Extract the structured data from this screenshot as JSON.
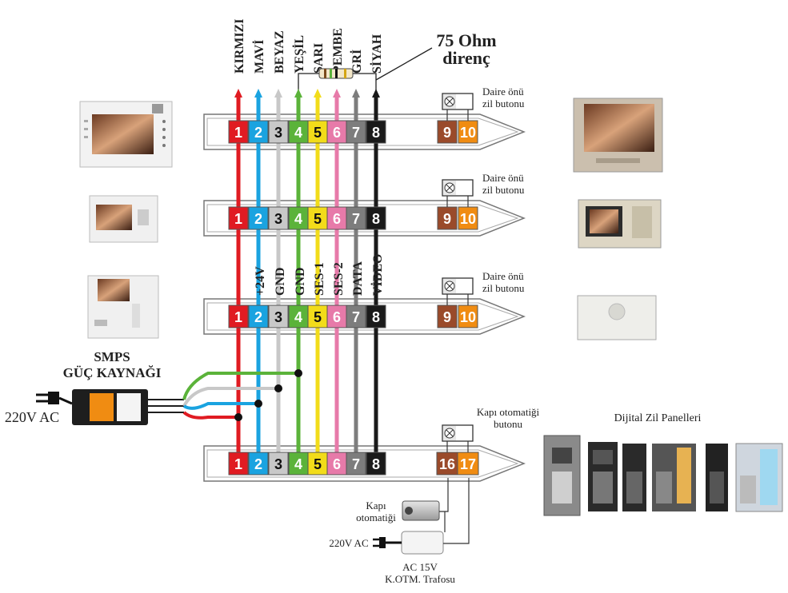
{
  "wire_colors": [
    "KIRMIZI",
    "MAVİ",
    "BEYAZ",
    "YEŞİL",
    "SARI",
    "PEMBE",
    "GRİ",
    "SİYAH"
  ],
  "wire_hex": [
    "#e01b22",
    "#1aa3e0",
    "#c8c8c8",
    "#5bb33a",
    "#f2dc1a",
    "#e77aa9",
    "#7d7d7d",
    "#1a1a1a"
  ],
  "signal_labels": [
    "+24V",
    "GND",
    "GND",
    "SES-1",
    "SES-2",
    "DATA",
    "VİDEO"
  ],
  "terminals": [
    "1",
    "2",
    "3",
    "4",
    "5",
    "6",
    "7",
    "8"
  ],
  "resistor": {
    "line1": "75 Ohm",
    "line2": "direnç"
  },
  "bell_button": {
    "terminals": [
      "9",
      "10"
    ],
    "label_line1": "Daire önü",
    "label_line2": "zil butonu"
  },
  "door_button": {
    "terminals": [
      "16",
      "17"
    ],
    "label_line1": "Kapı otomatiği",
    "label_line2": "butonu"
  },
  "power_supply": {
    "line1": "SMPS",
    "line2": "GÜÇ KAYNAĞI",
    "mains": "220V AC"
  },
  "lock": {
    "line1": "Kapı",
    "line2": "otomatiği"
  },
  "transformer": {
    "mains": "220V AC",
    "line1": "AC 15V",
    "line2": "K.OTM. Trafosu"
  },
  "panels_title": "Dijital Zil Panelleri",
  "colors": {
    "terminal_brown": "#9a4a2a",
    "terminal_orange": "#f08c12",
    "bus_outline": "#777777"
  }
}
